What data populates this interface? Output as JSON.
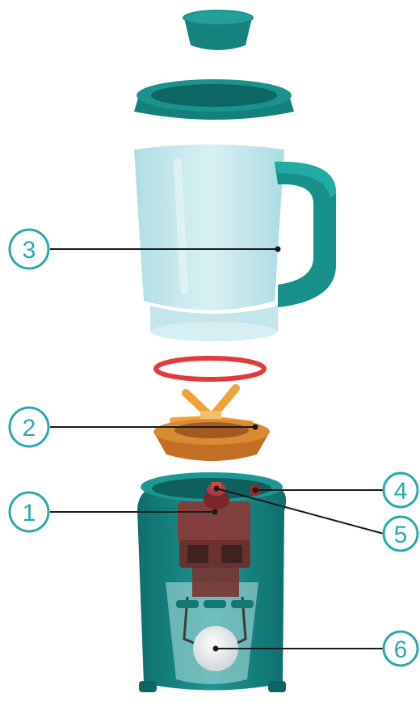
{
  "diagram": {
    "subject": "blender-exploded-view",
    "colors": {
      "teal": "#16827f",
      "teal_dark": "#0f6b69",
      "jar_glass": "#bfe6ec",
      "gasket": "#e23b3b",
      "blade_base": "#c8742a",
      "blade_arms": "#f0a23a",
      "motor": "#8a3a36",
      "callout": "#2aa9ad",
      "leader_line": "#1a1a1a"
    },
    "callouts": [
      {
        "number": "1",
        "part": "motor"
      },
      {
        "number": "2",
        "part": "blade-assembly"
      },
      {
        "number": "3",
        "part": "jar-handle"
      },
      {
        "number": "4",
        "part": "switch-indicator"
      },
      {
        "number": "5",
        "part": "drive-coupling"
      },
      {
        "number": "6",
        "part": "speed-dial"
      }
    ]
  }
}
